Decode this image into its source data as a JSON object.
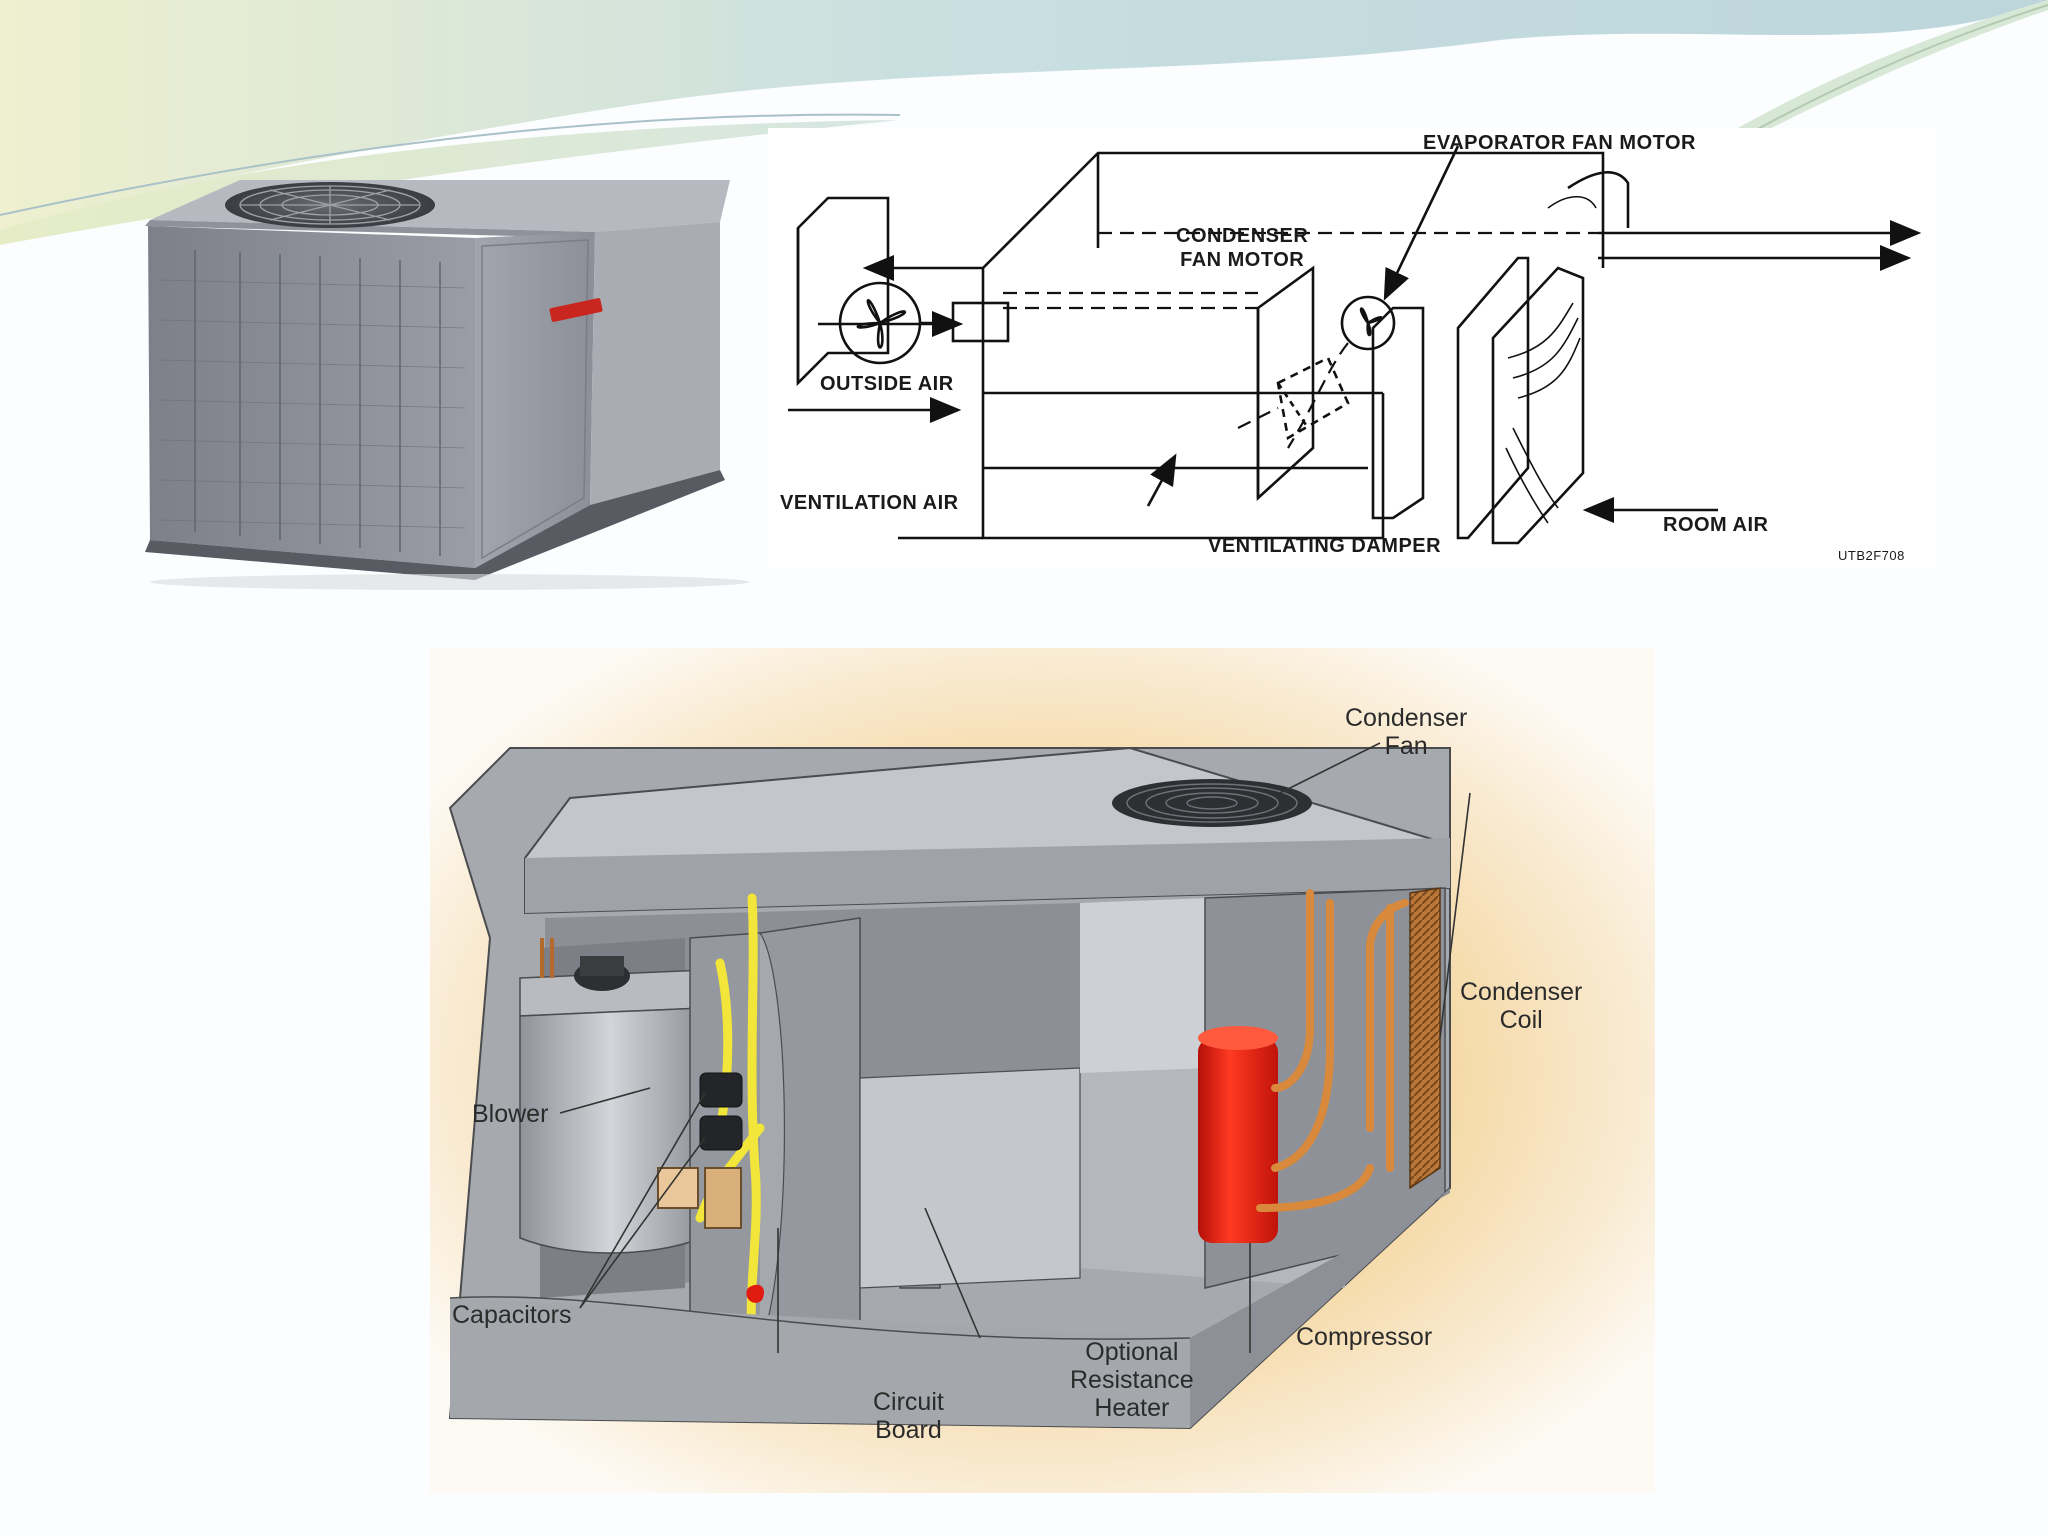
{
  "schematic": {
    "labels": {
      "evaporator_fan_motor": "EVAPORATOR FAN MOTOR",
      "condenser_fan_motor": "CONDENSER\nFAN MOTOR",
      "outside_air": "OUTSIDE AIR",
      "ventilation_air": "VENTILATION AIR",
      "ventilating_damper": "VENTILATING DAMPER",
      "room_air": "ROOM AIR",
      "figure_code": "UTB2F708"
    }
  },
  "cutaway": {
    "labels": {
      "condenser_fan": "Condenser\nFan",
      "condenser_coil": "Condenser\nCoil",
      "blower": "Blower",
      "capacitors": "Capacitors",
      "circuit_board": "Circuit\nBoard",
      "optional_resistance_heater": "Optional\nResistance\nHeater",
      "compressor": "Compressor"
    }
  },
  "colors": {
    "slide_wave": "#c8dde0",
    "slide_wave_accent": "#e4e9c3",
    "unit_gray": "#8a8d96",
    "compressor_red": "#e01b10",
    "copper_pipe": "#d8893c",
    "wire_yellow": "#f2e63a"
  }
}
